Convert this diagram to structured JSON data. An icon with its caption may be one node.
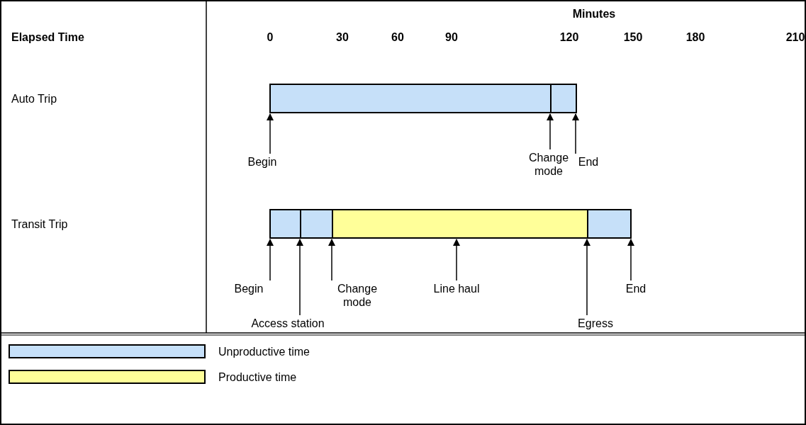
{
  "diagram": {
    "nodes": [
      {
        "text": [],
        "shape": "bar"
      },
      {
        "text": [],
        "shape": "bar"
      },
      {
        "text": [],
        "shape": "bar"
      },
      {
        "text": [],
        "shape": "bar"
      },
      {
        "text": [],
        "shape": "bar"
      },
      {
        "text": [],
        "shape": "bar"
      },
      {
        "text": [
          "Begin"
        ]
      },
      {
        "text": [
          "Change mode"
        ]
      },
      {
        "text": [
          "End"
        ]
      },
      {
        "text": [
          "Begin"
        ]
      },
      {
        "text": [
          "Access station"
        ]
      },
      {
        "text": [
          "Change mode"
        ]
      },
      {
        "text": [
          "Line haul"
        ]
      },
      {
        "text": [
          "Egress"
        ]
      },
      {
        "text": [
          "End"
        ]
      }
    ],
    "edges": [
      {
        "from": 6,
        "to": 0,
        "arrow": "to"
      },
      {
        "from": 7,
        "to": 1,
        "arrow": "to"
      },
      {
        "from": 8,
        "to": 1,
        "arrow": "to"
      },
      {
        "from": 9,
        "to": 2,
        "arrow": "to"
      },
      {
        "from": 10,
        "to": 3,
        "arrow": "to"
      },
      {
        "from": 11,
        "to": 4,
        "arrow": "to"
      },
      {
        "from": 12,
        "to": 4,
        "arrow": "to"
      },
      {
        "from": 13,
        "to": 5,
        "arrow": "to"
      },
      {
        "from": 14,
        "to": 5,
        "arrow": "to"
      }
    ],
    "labels": [
      "Minutes",
      "Elapsed Time",
      "0",
      "30",
      "60",
      "90",
      "120",
      "150",
      "180",
      "210",
      "Auto Trip",
      "Transit Trip"
    ],
    "legend": [
      {
        "text": "Unproductive time",
        "color": "#c6e0f9"
      },
      {
        "text": "Productive time",
        "color": "#ffff99"
      }
    ]
  }
}
